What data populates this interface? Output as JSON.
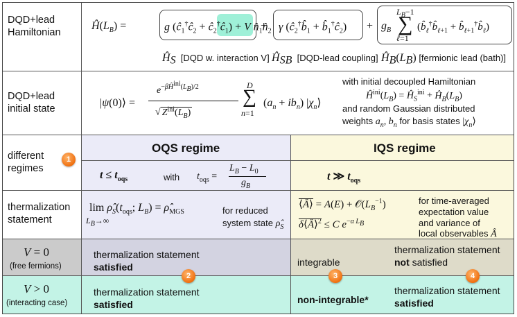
{
  "rows": {
    "hamiltonian": {
      "label_line1": "DQD+lead",
      "label_line2": "Hamiltonian",
      "hs_caption": "[DQD w. interaction V]",
      "hsb_caption": "[DQD-lead coupling]",
      "hb_caption": "[fermionic lead (bath)]"
    },
    "initial_state": {
      "label_line1": "DQD+lead",
      "label_line2": "initial state",
      "desc_line1": "with initial decoupled Hamiltonian",
      "desc_line3": "and random Gaussian distributed",
      "desc_line4": "weights"
    },
    "regimes": {
      "label_line1": "different",
      "label_line2": "regimes",
      "oqs_title": "OQS regime",
      "iqs_title": "IQS regime",
      "with_text": "with"
    },
    "thermalization": {
      "label_line1": "thermalization",
      "label_line2": "statement",
      "oqs_note_line1": "for reduced",
      "oqs_note_line2": "system state",
      "iqs_note_line1": "for time-averaged",
      "iqs_note_line2": "expectation value",
      "iqs_note_line3": "and variance of",
      "iqs_note_line4": "local observables"
    },
    "v_zero": {
      "label_sub": "(free fermions)",
      "oqs_line1": "thermalization statement",
      "oqs_line2": "satisfied",
      "iqs_left": "integrable",
      "iqs_line1": "thermalization statement",
      "iqs_line2_bold": "not",
      "iqs_line2_rest": "satisfied"
    },
    "v_positive": {
      "label_sub": "(interacting case)",
      "oqs_line1": "thermalization statement",
      "oqs_line2": "satisfied",
      "iqs_left": "non-integrable*",
      "iqs_line1": "thermalization statement",
      "iqs_line2": "satisfied"
    }
  },
  "badges": [
    "1",
    "2",
    "3",
    "4"
  ],
  "colors": {
    "oqs_bg": "#ebebf8",
    "iqs_bg": "#fbf8dd",
    "v0_label_bg": "#cbcbcb",
    "v0_oqs_bg": "#d3d3e1",
    "v0_iqs_bg": "#dedbc9",
    "vpos_bg": "#c3f3e6",
    "highlight": "#9ff0d8",
    "badge": "#f07a1a"
  }
}
